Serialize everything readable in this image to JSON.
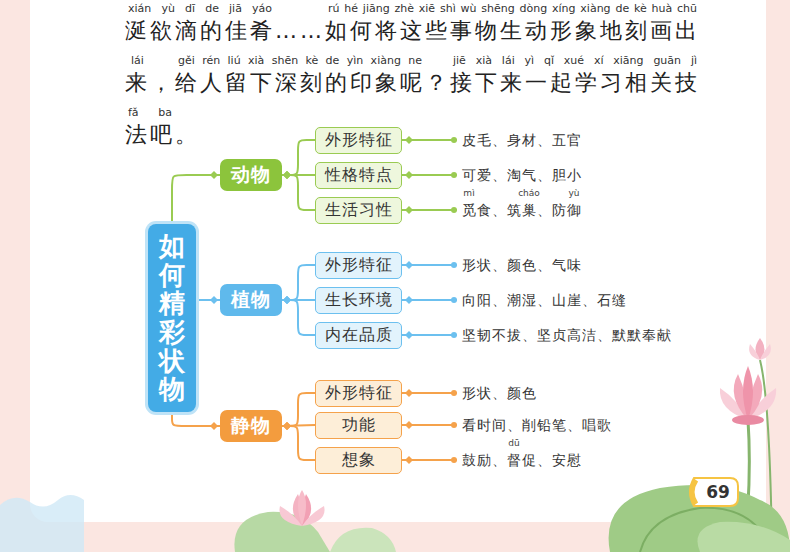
{
  "diagram": {
    "nodes": [
      {
        "text": [
          "如何精彩状物"
        ]
      },
      {
        "text": [
          "动物"
        ]
      },
      {
        "text": [
          "外形特征"
        ]
      },
      {
        "text": [
          "皮毛、身材、五官"
        ]
      },
      {
        "text": [
          "性格特点"
        ]
      },
      {
        "text": [
          "可爱、淘气、胆小"
        ]
      },
      {
        "text": [
          "生活习性"
        ]
      },
      {
        "text": [
          "mì",
          "cháo",
          "yù",
          "觅食、筑巢、防御"
        ]
      },
      {
        "text": [
          "植物"
        ]
      },
      {
        "text": [
          "外形特征"
        ]
      },
      {
        "text": [
          "形状、颜色、气味"
        ]
      },
      {
        "text": [
          "生长环境"
        ]
      },
      {
        "text": [
          "向阳、潮湿、山崖、石缝"
        ]
      },
      {
        "text": [
          "内在品质"
        ]
      },
      {
        "text": [
          "坚韧不拔、坚贞高洁、默默奉献"
        ]
      },
      {
        "text": [
          "静物"
        ]
      },
      {
        "text": [
          "外形特征"
        ]
      },
      {
        "text": [
          "形状、颜色"
        ]
      },
      {
        "text": [
          "功能"
        ]
      },
      {
        "text": [
          "看时间、削铅笔、唱歌"
        ]
      },
      {
        "text": [
          "想象"
        ]
      },
      {
        "text": [
          "dū",
          "鼓励、督促、安慰"
        ]
      }
    ],
    "edges": [
      {
        "from": 0,
        "to": 1,
        "arrow": "none"
      },
      {
        "from": 0,
        "to": 8,
        "arrow": "none"
      },
      {
        "from": 0,
        "to": 15,
        "arrow": "none"
      },
      {
        "from": 1,
        "to": 2,
        "arrow": "none"
      },
      {
        "from": 1,
        "to": 4,
        "arrow": "none"
      },
      {
        "from": 1,
        "to": 6,
        "arrow": "none"
      },
      {
        "from": 2,
        "to": 3,
        "arrow": "none"
      },
      {
        "from": 4,
        "to": 5,
        "arrow": "none"
      },
      {
        "from": 6,
        "to": 7,
        "arrow": "none"
      },
      {
        "from": 8,
        "to": 9,
        "arrow": "none"
      },
      {
        "from": 8,
        "to": 11,
        "arrow": "none"
      },
      {
        "from": 8,
        "to": 13,
        "arrow": "none"
      },
      {
        "from": 9,
        "to": 10,
        "arrow": "none"
      },
      {
        "from": 11,
        "to": 12,
        "arrow": "none"
      },
      {
        "from": 13,
        "to": 14,
        "arrow": "none"
      },
      {
        "from": 15,
        "to": 16,
        "arrow": "none"
      },
      {
        "from": 15,
        "to": 18,
        "arrow": "none"
      },
      {
        "from": 15,
        "to": 20,
        "arrow": "none"
      },
      {
        "from": 16,
        "to": 17,
        "arrow": "none"
      },
      {
        "from": 18,
        "to": 19,
        "arrow": "none"
      },
      {
        "from": 20,
        "to": 21,
        "arrow": "none"
      }
    ],
    "labels": [
      "xián yù dī de jiā yáo",
      "涎欲滴的佳肴……",
      "rú hé jiāng zhè xiē shì wù shēng dòng xíng xiàng de kè huà chū",
      "如何将这些事物生动形象地刻画出",
      "lái",
      "来，",
      "gěi rén liú xià shēn kè de yìn xiàng ne",
      "给人留下深刻的印象呢？",
      "jiē xià lái yì qǐ xué xí xiāng guān jì",
      "接下来一起学习相关技",
      "fǎ ba",
      "法吧。",
      "69"
    ]
  }
}
